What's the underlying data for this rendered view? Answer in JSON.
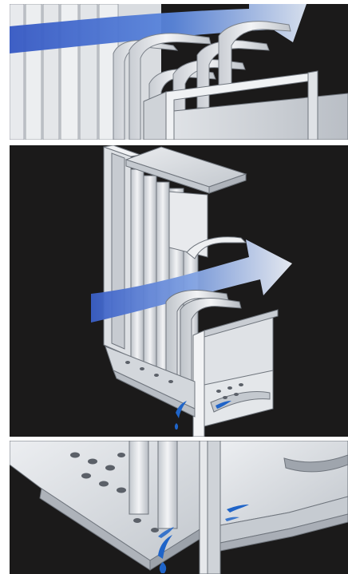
{
  "figure": {
    "panels": [
      {
        "id": "top",
        "subject": "vane-profiles-with-airflow"
      },
      {
        "id": "middle",
        "subject": "louvre-frame-cutaway-with-airflow"
      },
      {
        "id": "bottom",
        "subject": "drain-channel-with-water-drops"
      }
    ]
  },
  "colors": {
    "background": "#1b1a1a",
    "metal_light": "#eef0f3",
    "metal_mid": "#cfd3d8",
    "metal_dark": "#a6abb2",
    "airflow_blue": "#3d63c9",
    "airflow_pale": "#dde6f6",
    "water_blue": "#1f64c8"
  }
}
